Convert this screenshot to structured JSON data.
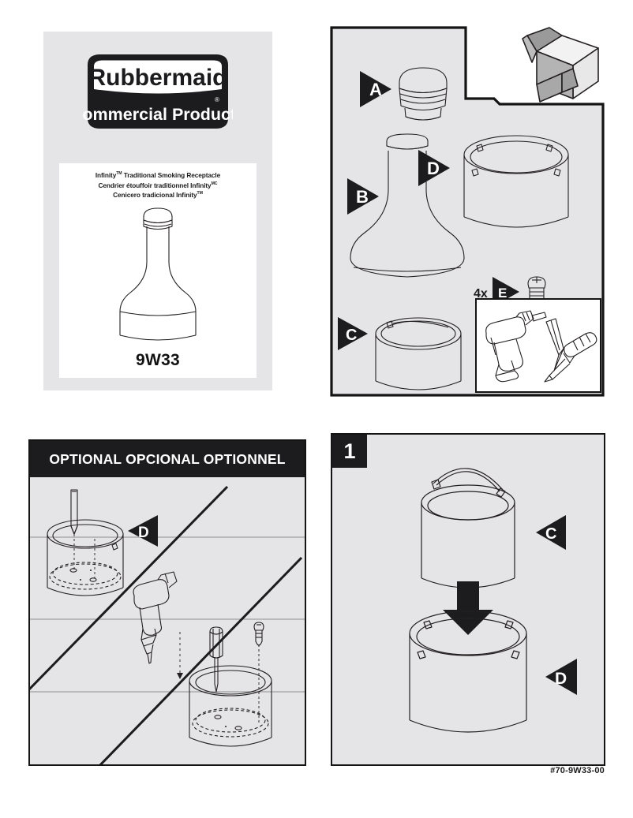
{
  "document": {
    "code": "#70-9W33-00"
  },
  "cover": {
    "brand": {
      "name": "Rubbermaid",
      "tagline": "Commercial Products",
      "registered_mark": "®"
    },
    "product": {
      "title_en": "Infinity",
      "title_en_rest": " Traditional Smoking Receptacle",
      "title_en_mark": "TM",
      "title_fr": "Cendrier étouffoir traditionnel Infinity",
      "title_fr_mark": "MC",
      "title_es": "Cenicero tradicional Infinity",
      "title_es_mark": "TM",
      "model_number": "9W33"
    },
    "art_name": "assembled-smoking-receptacle"
  },
  "parts": {
    "callouts": [
      {
        "letter": "A",
        "part": "dome-lid",
        "quantity": ""
      },
      {
        "letter": "B",
        "part": "upper-body-funnel",
        "quantity": ""
      },
      {
        "letter": "C",
        "part": "inner-pail",
        "quantity": ""
      },
      {
        "letter": "D",
        "part": "base-container",
        "quantity": ""
      },
      {
        "letter": "E",
        "part": "screw",
        "quantity": "4x"
      }
    ],
    "screw_quantity_label": "4x",
    "carton_name": "open-shipping-carton",
    "tools": [
      "cordless-drill",
      "drill-bit",
      "screwdriver"
    ]
  },
  "optional_section": {
    "banner_label": "OPTIONAL OPCIONAL OPTIONNEL",
    "callout_letter": "D",
    "stages": [
      "mark-hole-locations-with-pencil",
      "drill-pilot-holes",
      "drive-screws-with-screwdriver"
    ]
  },
  "step1": {
    "number": "1",
    "callouts": [
      {
        "letter": "C",
        "part": "inner-pail"
      },
      {
        "letter": "D",
        "part": "base-container"
      }
    ],
    "action": "insert-pail-into-base"
  },
  "colors": {
    "panel_background": "#e5e5e7",
    "ink": "#231f20",
    "black": "#1c1c1e",
    "white": "#ffffff",
    "carton_light": "#f0f0f0",
    "carton_mid": "#b8b8b8",
    "carton_dark": "#8f8f8f"
  }
}
